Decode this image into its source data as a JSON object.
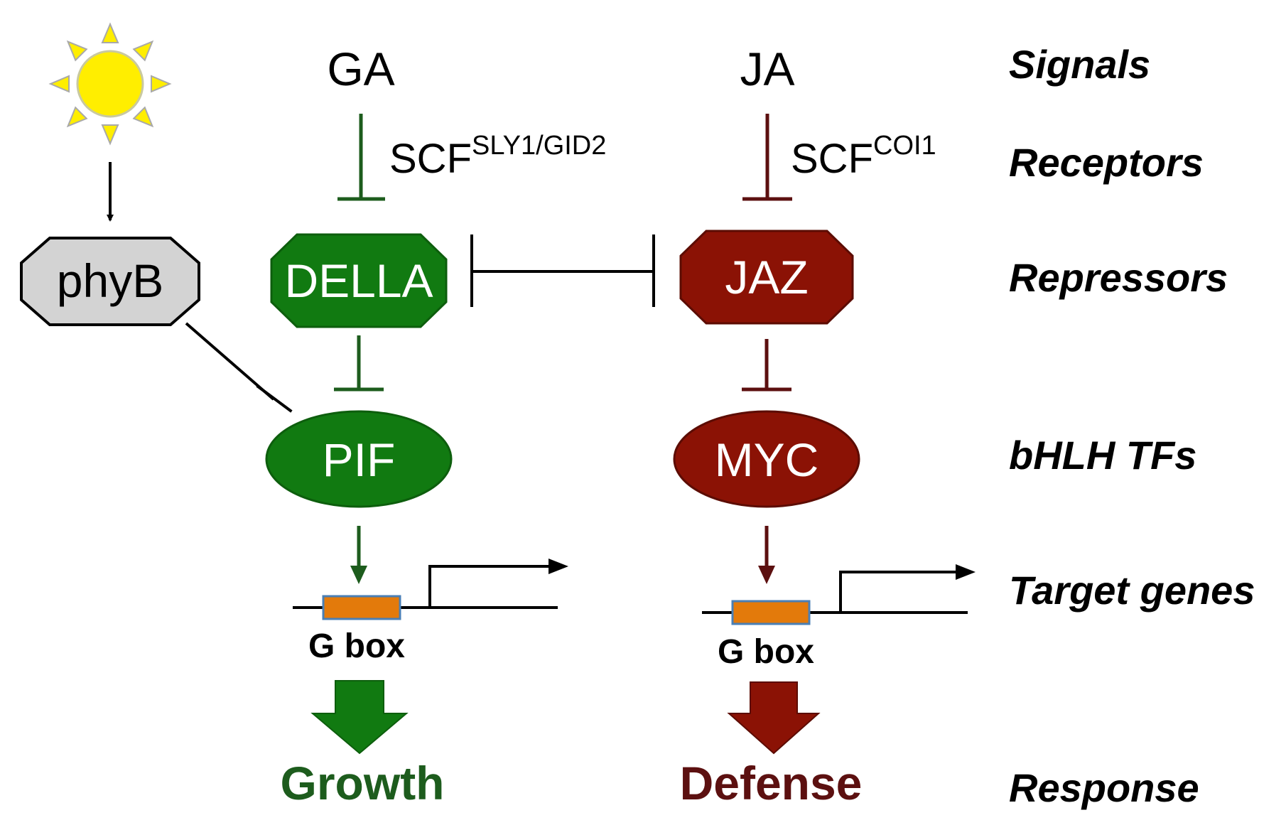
{
  "diagram": {
    "signals": {
      "ga": "GA",
      "ja": "JA"
    },
    "receptors": {
      "ga": {
        "base": "SCF",
        "sup": "SLY1/GID2"
      },
      "ja": {
        "base": "SCF",
        "sup": "COI1"
      }
    },
    "nodes": {
      "phyb": "phyB",
      "della": "DELLA",
      "jaz": "JAZ",
      "pif": "PIF",
      "myc": "MYC"
    },
    "genes": {
      "left_label": "G box",
      "right_label": "G box"
    },
    "responses": {
      "growth": "Growth",
      "defense": "Defense"
    },
    "side_labels": {
      "signals": "Signals",
      "receptors": "Receptors",
      "repressors": "Repressors",
      "bhlh": "bHLH TFs",
      "target_genes": "Target genes",
      "response": "Response"
    },
    "colors": {
      "green": "#117a11",
      "dark_green": "#1d5c1d",
      "red": "#8b1205",
      "dark_red": "#5c1010",
      "gray": "#d3d3d3",
      "sun": "#ffee00",
      "gbox": "#e37a0b"
    },
    "icons": {
      "sun": "sun-icon"
    }
  }
}
